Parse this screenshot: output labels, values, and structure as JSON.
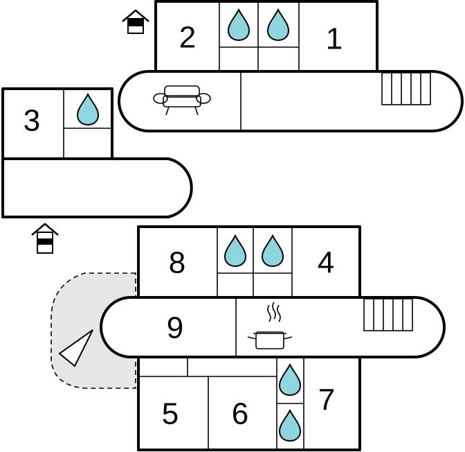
{
  "plan": {
    "rooms": [
      {
        "id": "room-1",
        "label": "1"
      },
      {
        "id": "room-2",
        "label": "2"
      },
      {
        "id": "room-3",
        "label": "3"
      },
      {
        "id": "room-4",
        "label": "4"
      },
      {
        "id": "room-5",
        "label": "5"
      },
      {
        "id": "room-6",
        "label": "6"
      },
      {
        "id": "room-7",
        "label": "7"
      },
      {
        "id": "room-8",
        "label": "8"
      },
      {
        "id": "room-9",
        "label": "9"
      }
    ],
    "icons": {
      "water": "water-drop-icon",
      "entrance": "entrance-house-icon",
      "sofa": "sofa-icon",
      "stairs": "stairs-icon",
      "kitchen": "cooking-pot-icon",
      "terrace": "terrace-area",
      "compass": "orientation-arrow-icon"
    },
    "colors": {
      "wall": "#000000",
      "water": "#8ed6df",
      "terrace": "#e6e6e6"
    }
  }
}
